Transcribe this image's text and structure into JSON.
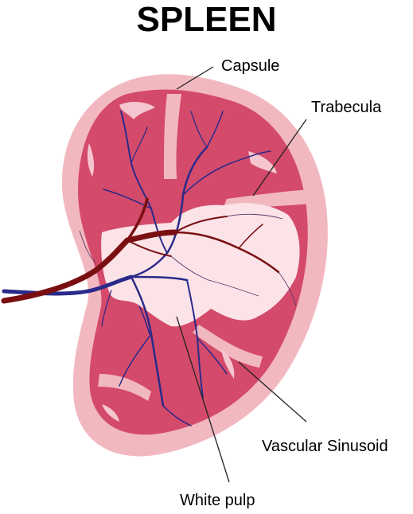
{
  "title": "SPLEEN",
  "labels": {
    "capsule": "Capsule",
    "trabecula": "Trabecula",
    "vascular_sinusoid": "Vascular Sinusoid",
    "white_pulp": "White pulp"
  },
  "colors": {
    "capsule": "#f2b8c0",
    "red_pulp": "#d44a6b",
    "white_pulp": "#fbe3e7",
    "trabecula": "#f5c6cf",
    "artery": "#7a0f12",
    "vein": "#2a2a8a"
  }
}
